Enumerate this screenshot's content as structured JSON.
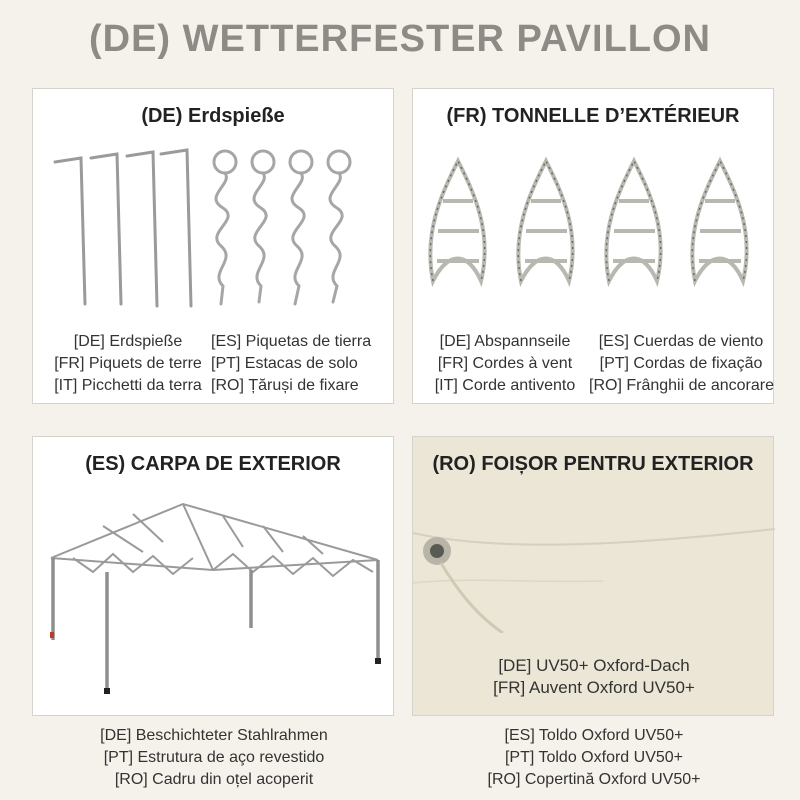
{
  "main_title": "(DE) WETTERFESTER PAVILLON",
  "panels": {
    "stakes": {
      "title": "(DE) Erdspieße",
      "left_caption": [
        "[DE] Erdspieße",
        "[FR]  Piquets de terre",
        "[IT] Picchetti da terra"
      ],
      "right_caption": [
        "[ES] Piquetas de tierra",
        "[PT] Estacas de solo",
        "[RO] Țăruși de fixare"
      ]
    },
    "ropes": {
      "title": "(FR) TONNELLE D’EXTÉRIEUR",
      "left_caption": [
        "[DE] Abspannseile",
        "[FR] Cordes à vent",
        "[IT] Corde antivento"
      ],
      "right_caption": [
        "[ES] Cuerdas de viento",
        "[PT] Cordas de fixação",
        "[RO] Frânghii de ancorare"
      ]
    },
    "frame": {
      "title": "(ES) CARPA DE EXTERIOR",
      "caption": [
        "[DE] Beschichteter Stahlrahmen",
        "[PT] Estrutura de aço revestido",
        "[RO] Cadru din oțel acoperit"
      ]
    },
    "canopy": {
      "title": "(RO) FOIȘOR PENTRU EXTERIOR",
      "inner_caption": [
        "[DE] UV50+ Oxford-Dach",
        "[FR] Auvent Oxford UV50+"
      ],
      "caption": [
        "[ES] Toldo  Oxford UV50+",
        "[PT] Toldo Oxford UV50+",
        "[RO] Copertină Oxford UV50+"
      ]
    }
  }
}
